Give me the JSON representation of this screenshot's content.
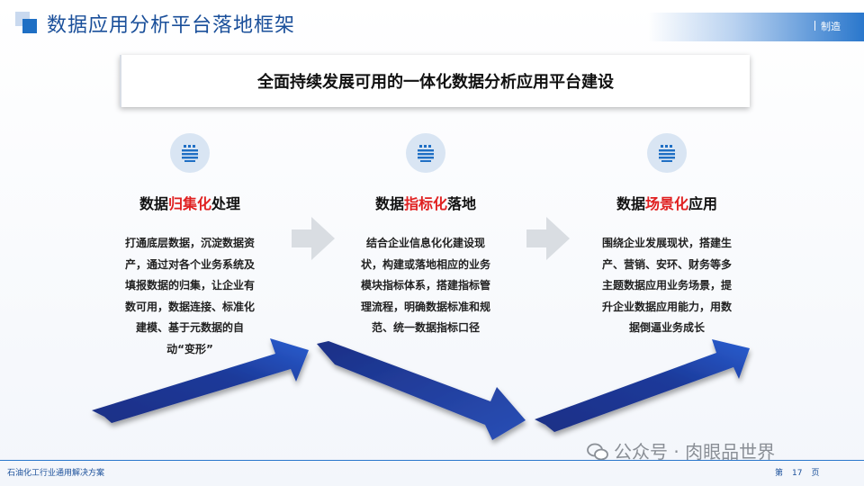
{
  "header": {
    "title": "数据应用分析平台落地框架",
    "tag": "制造"
  },
  "banner": {
    "text": "全面持续发展可用的一体化数据分析应用平台建设"
  },
  "columns": [
    {
      "icon": "database-icon",
      "title_pre": "数据",
      "title_hl": "归集化",
      "title_post": "处理",
      "description": "打通底层数据，沉淀数据资产，通过对各个业务系统及填报数据的归集，让企业有数可用，数据连接、标准化建模、基于元数据的自动“变形”"
    },
    {
      "icon": "database-icon",
      "title_pre": "数据",
      "title_hl": "指标化",
      "title_post": "落地",
      "description": "结合企业信息化化建设现状，构建或落地相应的业务模块指标体系，搭建指标管理流程，明确数据标准和规范、统一数据指标口径"
    },
    {
      "icon": "database-icon",
      "title_pre": "数据",
      "title_hl": "场景化",
      "title_post": "应用",
      "description": "围绕企业发展现状，搭建生产、营销、安环、财务等多主题数据应用业务场景，提升企业数据应用能力，用数据倒逼业务成长"
    }
  ],
  "watermark": "公众号 · 肉眼品世界",
  "footer": {
    "left": "石油化工行业通用解决方案",
    "page_prefix": "第",
    "page_number": "17",
    "page_suffix": "页"
  },
  "colors": {
    "brand_blue": "#1a4f9a",
    "accent_blue": "#2a77cc",
    "highlight_red": "#e02020",
    "arrow_navy": "#15308a"
  }
}
